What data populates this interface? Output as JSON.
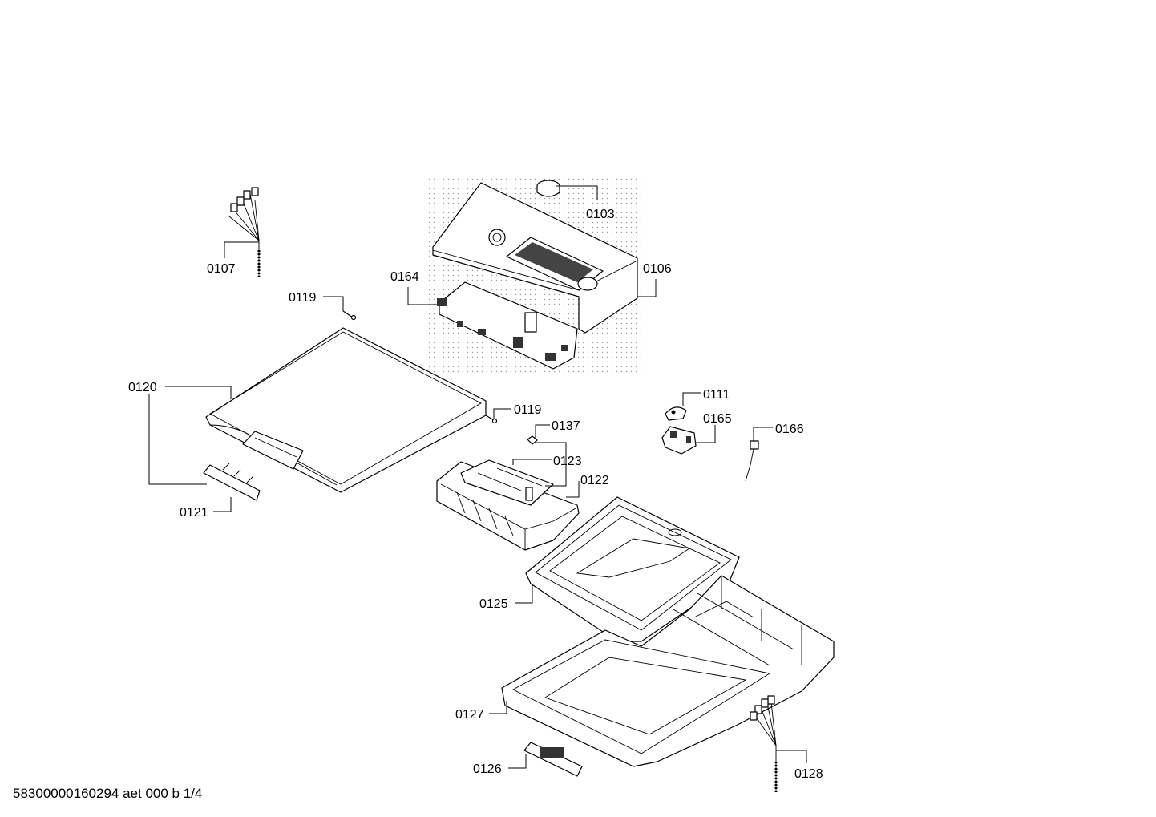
{
  "diagram": {
    "labels": {
      "p0103": "0103",
      "p0106": "0106",
      "p0107": "0107",
      "p0164": "0164",
      "p0119a": "0119",
      "p0119b": "0119",
      "p0120": "0120",
      "p0121": "0121",
      "p0137": "0137",
      "p0123": "0123",
      "p0122": "0122",
      "p0111": "0111",
      "p0165": "0165",
      "p0166": "0166",
      "p0125": "0125",
      "p0127": "0127",
      "p0126": "0126",
      "p0128": "0128"
    }
  },
  "footer": {
    "doc_id": "58300000160294 aet 000 b 1/4"
  }
}
